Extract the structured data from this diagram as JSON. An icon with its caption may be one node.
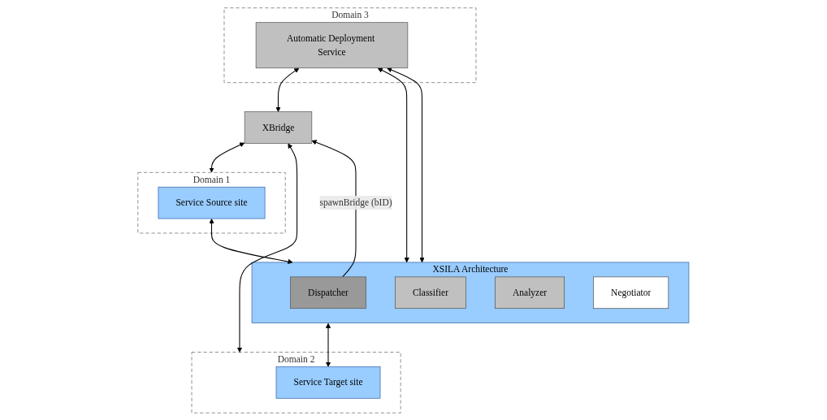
{
  "diagram": {
    "nodes": [
      {
        "text": [
          "Domain 3"
        ]
      },
      {
        "text": [
          "Automatic Deployment Service"
        ],
        "in": 0
      },
      {
        "text": [
          "XBridge"
        ]
      },
      {
        "text": [
          "XSILA Architecture"
        ]
      },
      {
        "text": [
          "Dispatcher"
        ],
        "in": 3
      },
      {
        "text": [
          "Classifier"
        ],
        "in": 3
      },
      {
        "text": [
          "Analyzer"
        ],
        "in": 3
      },
      {
        "text": [
          "Negotiator"
        ],
        "in": 3
      },
      {
        "text": [
          "Domain 1"
        ]
      },
      {
        "text": [
          "Service Source site"
        ],
        "in": 8
      },
      {
        "text": [
          "Domain 2"
        ]
      },
      {
        "text": [
          "Service Target site"
        ],
        "in": 10
      }
    ],
    "edges": [
      {
        "from": 1,
        "to": 2,
        "arrow": "both"
      },
      {
        "from": 4,
        "to": 2,
        "arrow": "to",
        "label": "spawnBridge (bID)"
      },
      {
        "from": 2,
        "to": 8,
        "arrow": "both"
      },
      {
        "from": 2,
        "to": 10,
        "arrow": "both"
      },
      {
        "from": 1,
        "to": 3,
        "arrow": "both"
      },
      {
        "from": 1,
        "to": 3,
        "arrow": "both"
      },
      {
        "from": 9,
        "to": 3,
        "arrow": "both"
      },
      {
        "from": 3,
        "to": 11,
        "arrow": "both"
      }
    ]
  }
}
